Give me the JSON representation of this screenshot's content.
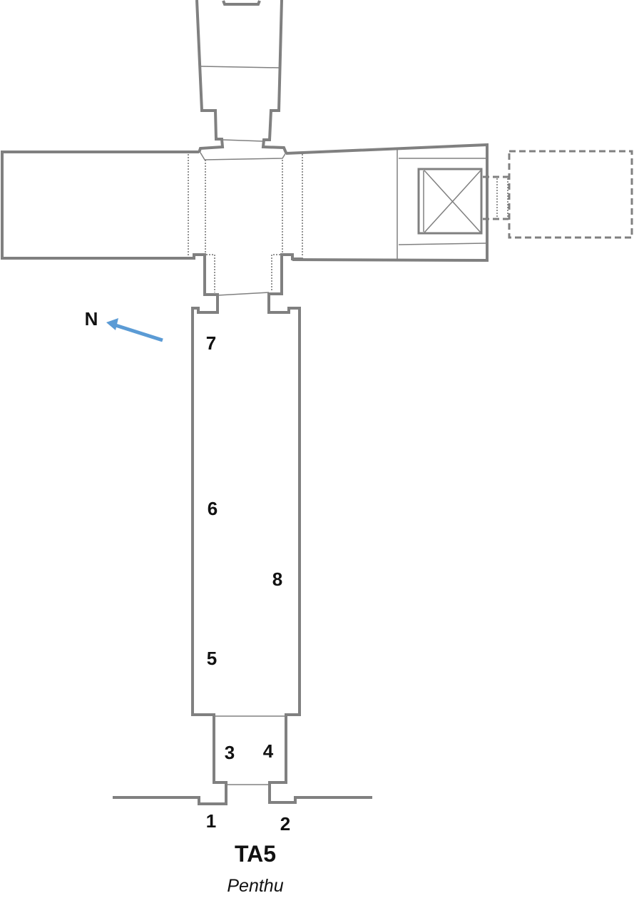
{
  "plan": {
    "title": "TA5",
    "subtitle": "Penthu",
    "north_label": "N",
    "wall_labels": [
      "1",
      "2",
      "3",
      "4",
      "5",
      "6",
      "7",
      "8"
    ]
  },
  "colors": {
    "wall": "#808080",
    "north_arrow": "#5b9bd5",
    "text": "#111111"
  }
}
